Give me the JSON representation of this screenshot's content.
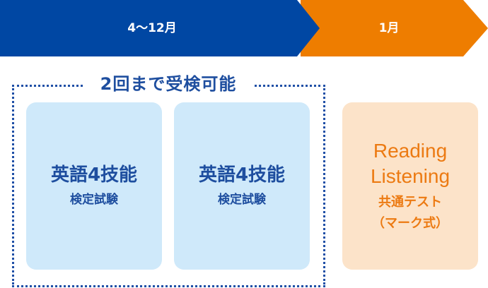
{
  "timeline": {
    "period_main": "4〜12月",
    "period_final": "1月",
    "main_color": "#0047a3",
    "final_color": "#ee7d00"
  },
  "group": {
    "title": "2回まで受検可能"
  },
  "cards": [
    {
      "title": "英語4技能",
      "subtitle": "検定試験"
    },
    {
      "title": "英語4技能",
      "subtitle": "検定試験"
    }
  ],
  "final_card": {
    "line1": "Reading",
    "line2": "Listening",
    "line3": "共通テスト",
    "line4": "（マーク式）"
  }
}
